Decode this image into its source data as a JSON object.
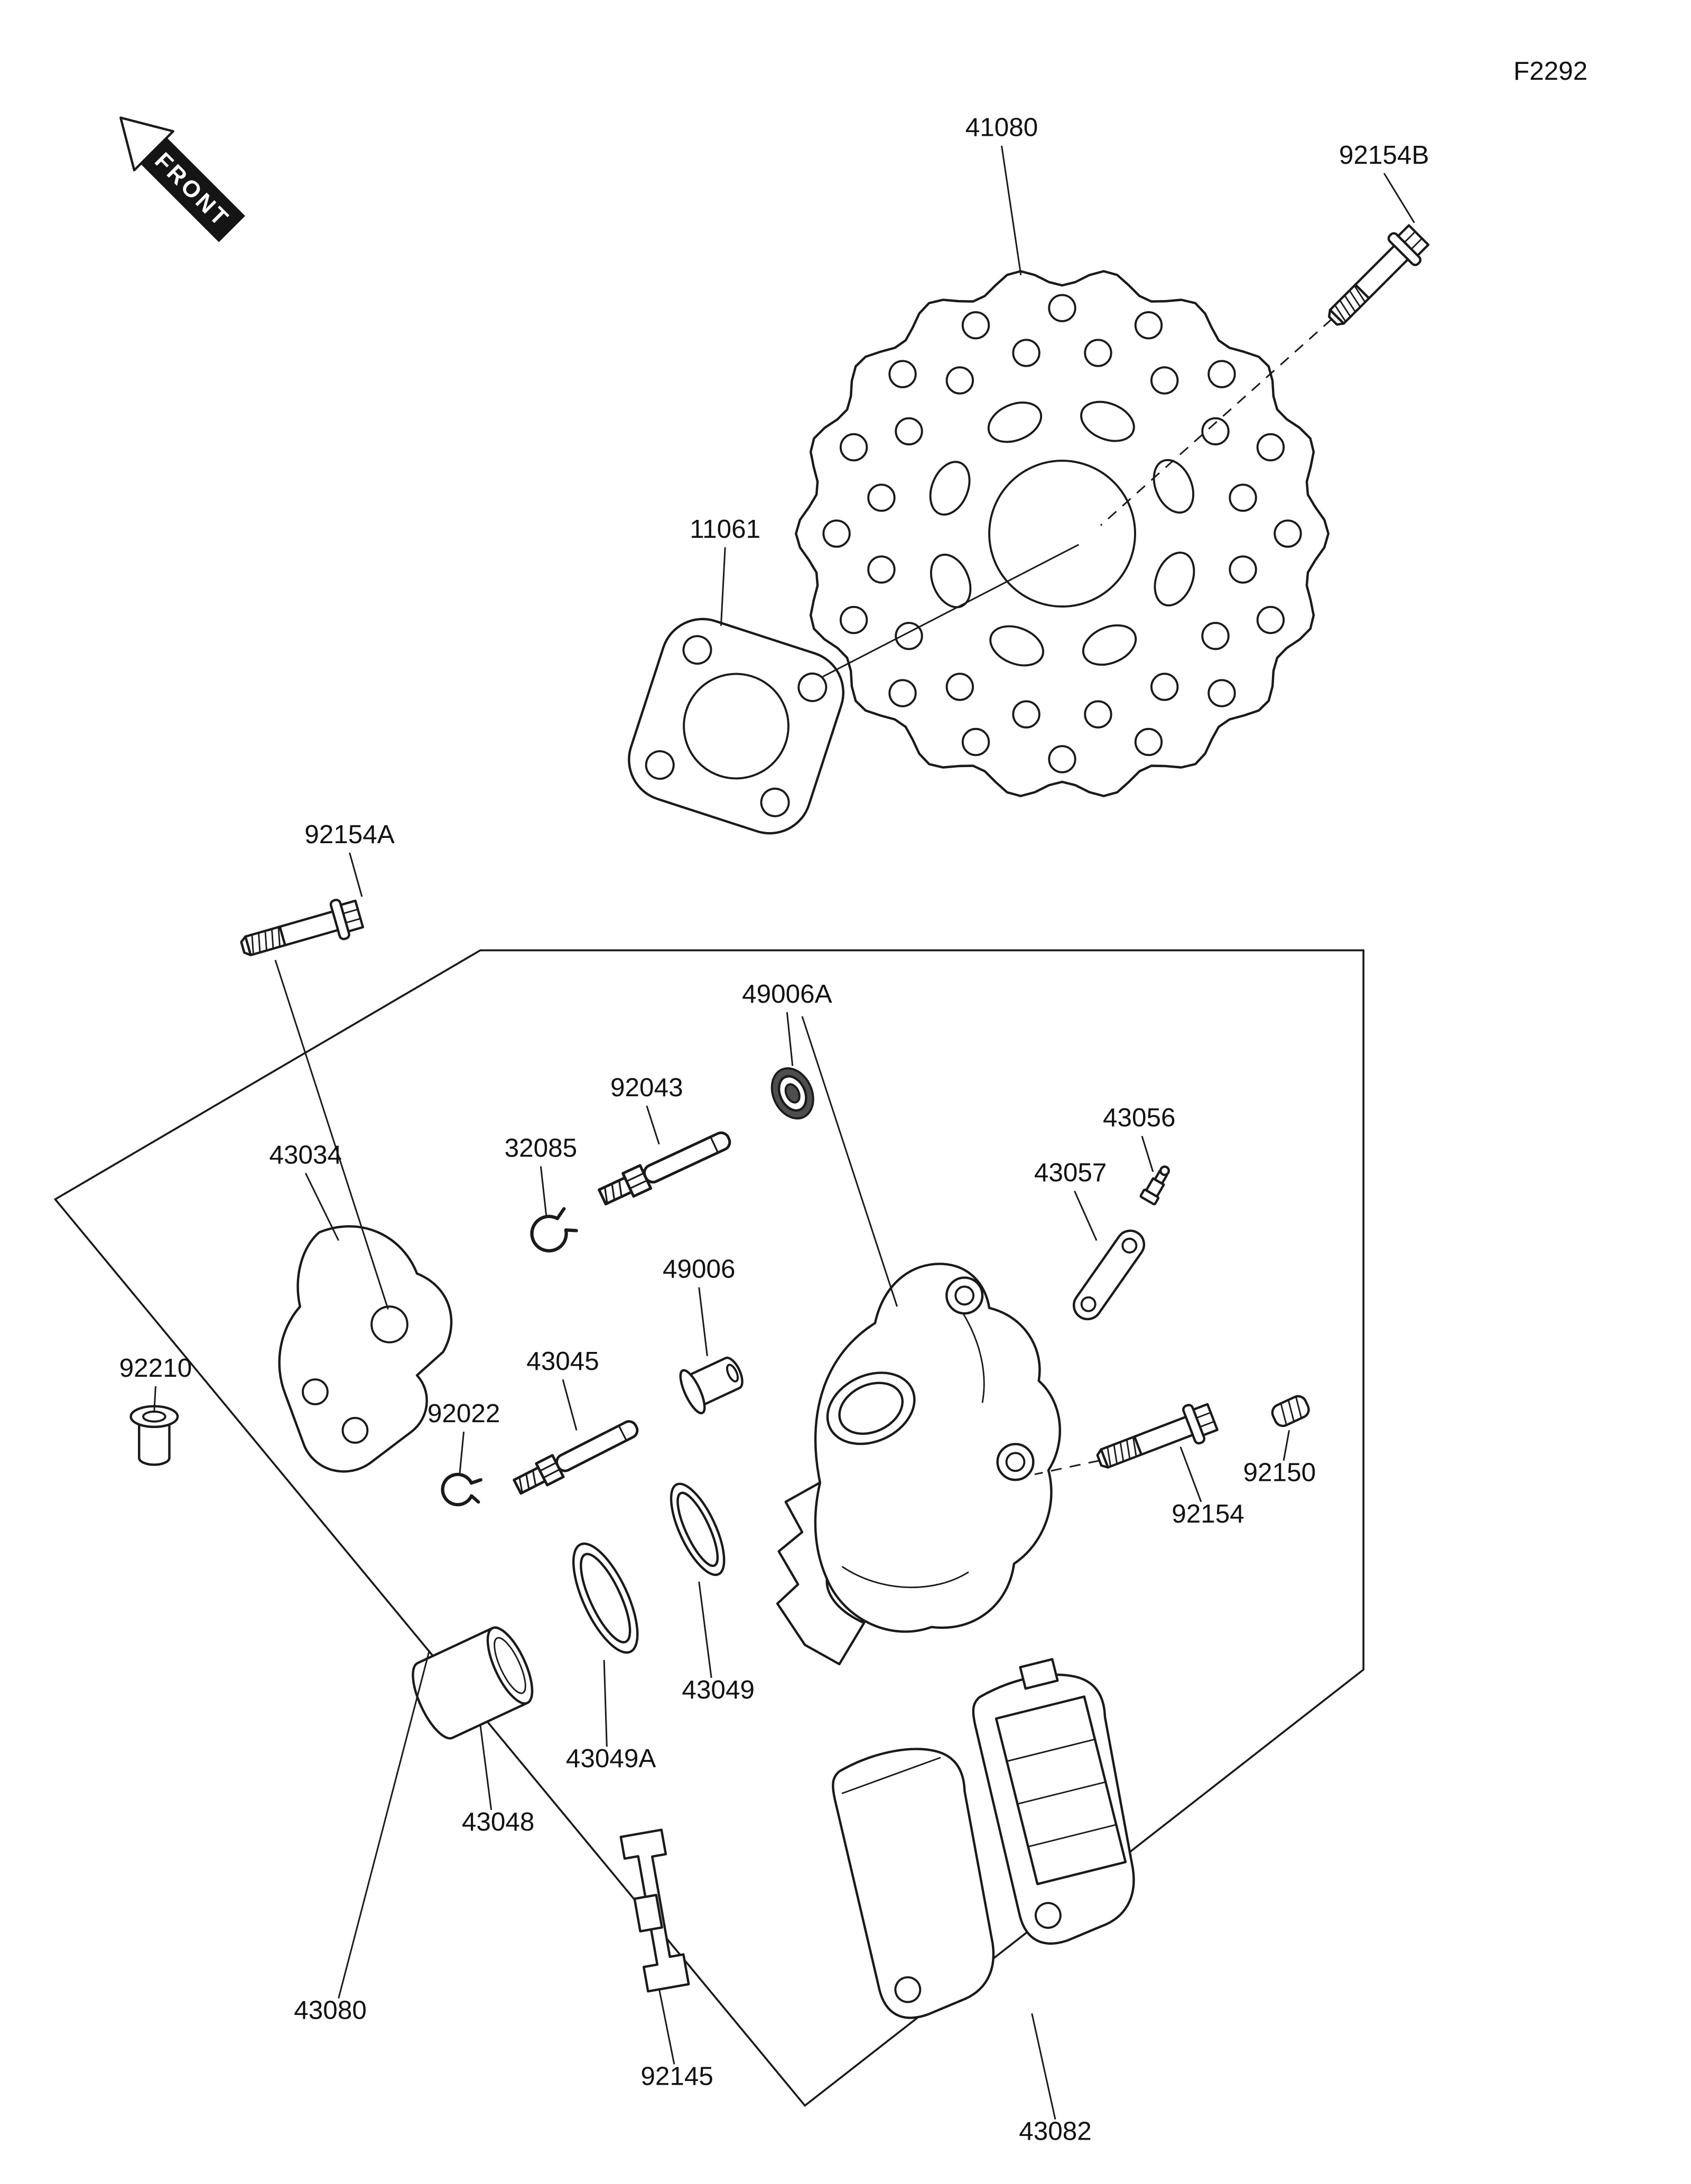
{
  "figure_code": "F2292",
  "front_label": "FRONT",
  "parts": {
    "p41080": "41080",
    "p92154B": "92154B",
    "p11061": "11061",
    "p92154A": "92154A",
    "p49006A": "49006A",
    "p92043": "92043",
    "p43034": "43034",
    "p32085": "32085",
    "p43056": "43056",
    "p43057": "43057",
    "p49006": "49006",
    "p92210": "92210",
    "p43045": "43045",
    "p92022": "92022",
    "p92150": "92150",
    "p92154": "92154",
    "p43049": "43049",
    "p43049A": "43049A",
    "p43048": "43048",
    "p43080": "43080",
    "p92145": "92145",
    "p43082": "43082"
  }
}
